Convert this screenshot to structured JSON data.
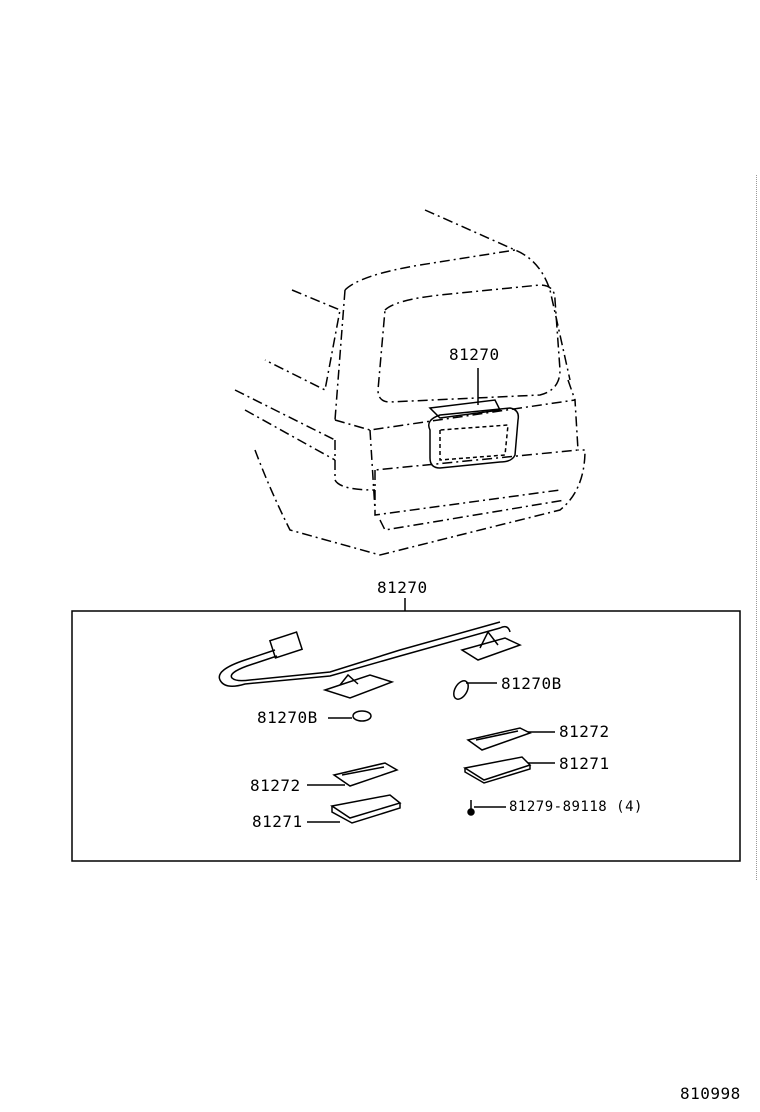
{
  "labels": {
    "car_part": "81270",
    "assembly": "81270",
    "bulb_right": "81270B",
    "bulb_left": "81270B",
    "lens_right": "81272",
    "housing_right": "81271",
    "lens_left": "81272",
    "housing_left": "81271",
    "screw": "81279-89118 (4)"
  },
  "diagram_id": "810998"
}
